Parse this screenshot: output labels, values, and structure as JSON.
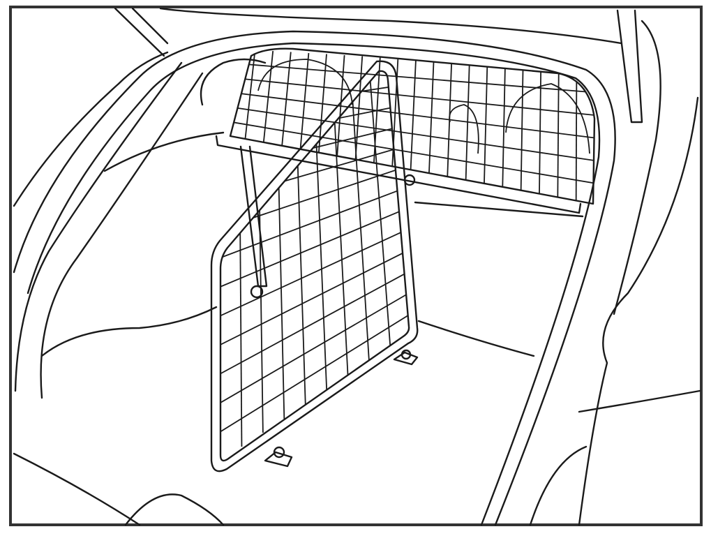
{
  "illustration": {
    "subject": "car-trunk-with-dog-guard-divider",
    "colors": {
      "line": "#1a1a1a",
      "background": "#ffffff",
      "frame": "#333333"
    },
    "divider_grid": {
      "columns": 9,
      "rows": 13
    },
    "back_guard_grid": {
      "columns": 20,
      "rows": 6
    }
  }
}
